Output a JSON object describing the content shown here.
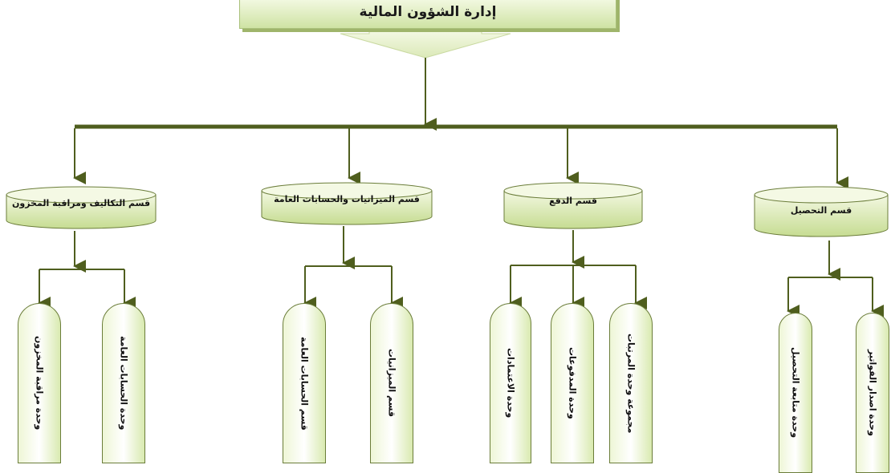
{
  "title": "إدارة الشؤون المالية",
  "departments": [
    {
      "label": "قسم التكاليف ومراقبة المخزون"
    },
    {
      "label": "قسم الميزانيات والحسابات العامة"
    },
    {
      "label": "قسم الدفع"
    },
    {
      "label": "قسم التحصيل"
    }
  ],
  "units": [
    {
      "label": "وحدة مراقبة المخزون"
    },
    {
      "label": "وحدة الحسابات العامة"
    },
    {
      "label": "قسم الحسابات العامة"
    },
    {
      "label": "قسم الميزانيات"
    },
    {
      "label": "وحدة الاعتمادات"
    },
    {
      "label": "وحدة المدفوعات"
    },
    {
      "label": "مجموعة وحدة المرتبات"
    },
    {
      "label": "وحدة متابعة التحصيل"
    },
    {
      "label": "وحدة اصدار الفواتير"
    }
  ],
  "colors": {
    "line": "#4f5e1e",
    "fill_light": "#f4f9e4",
    "fill_dark": "#c9df97"
  }
}
